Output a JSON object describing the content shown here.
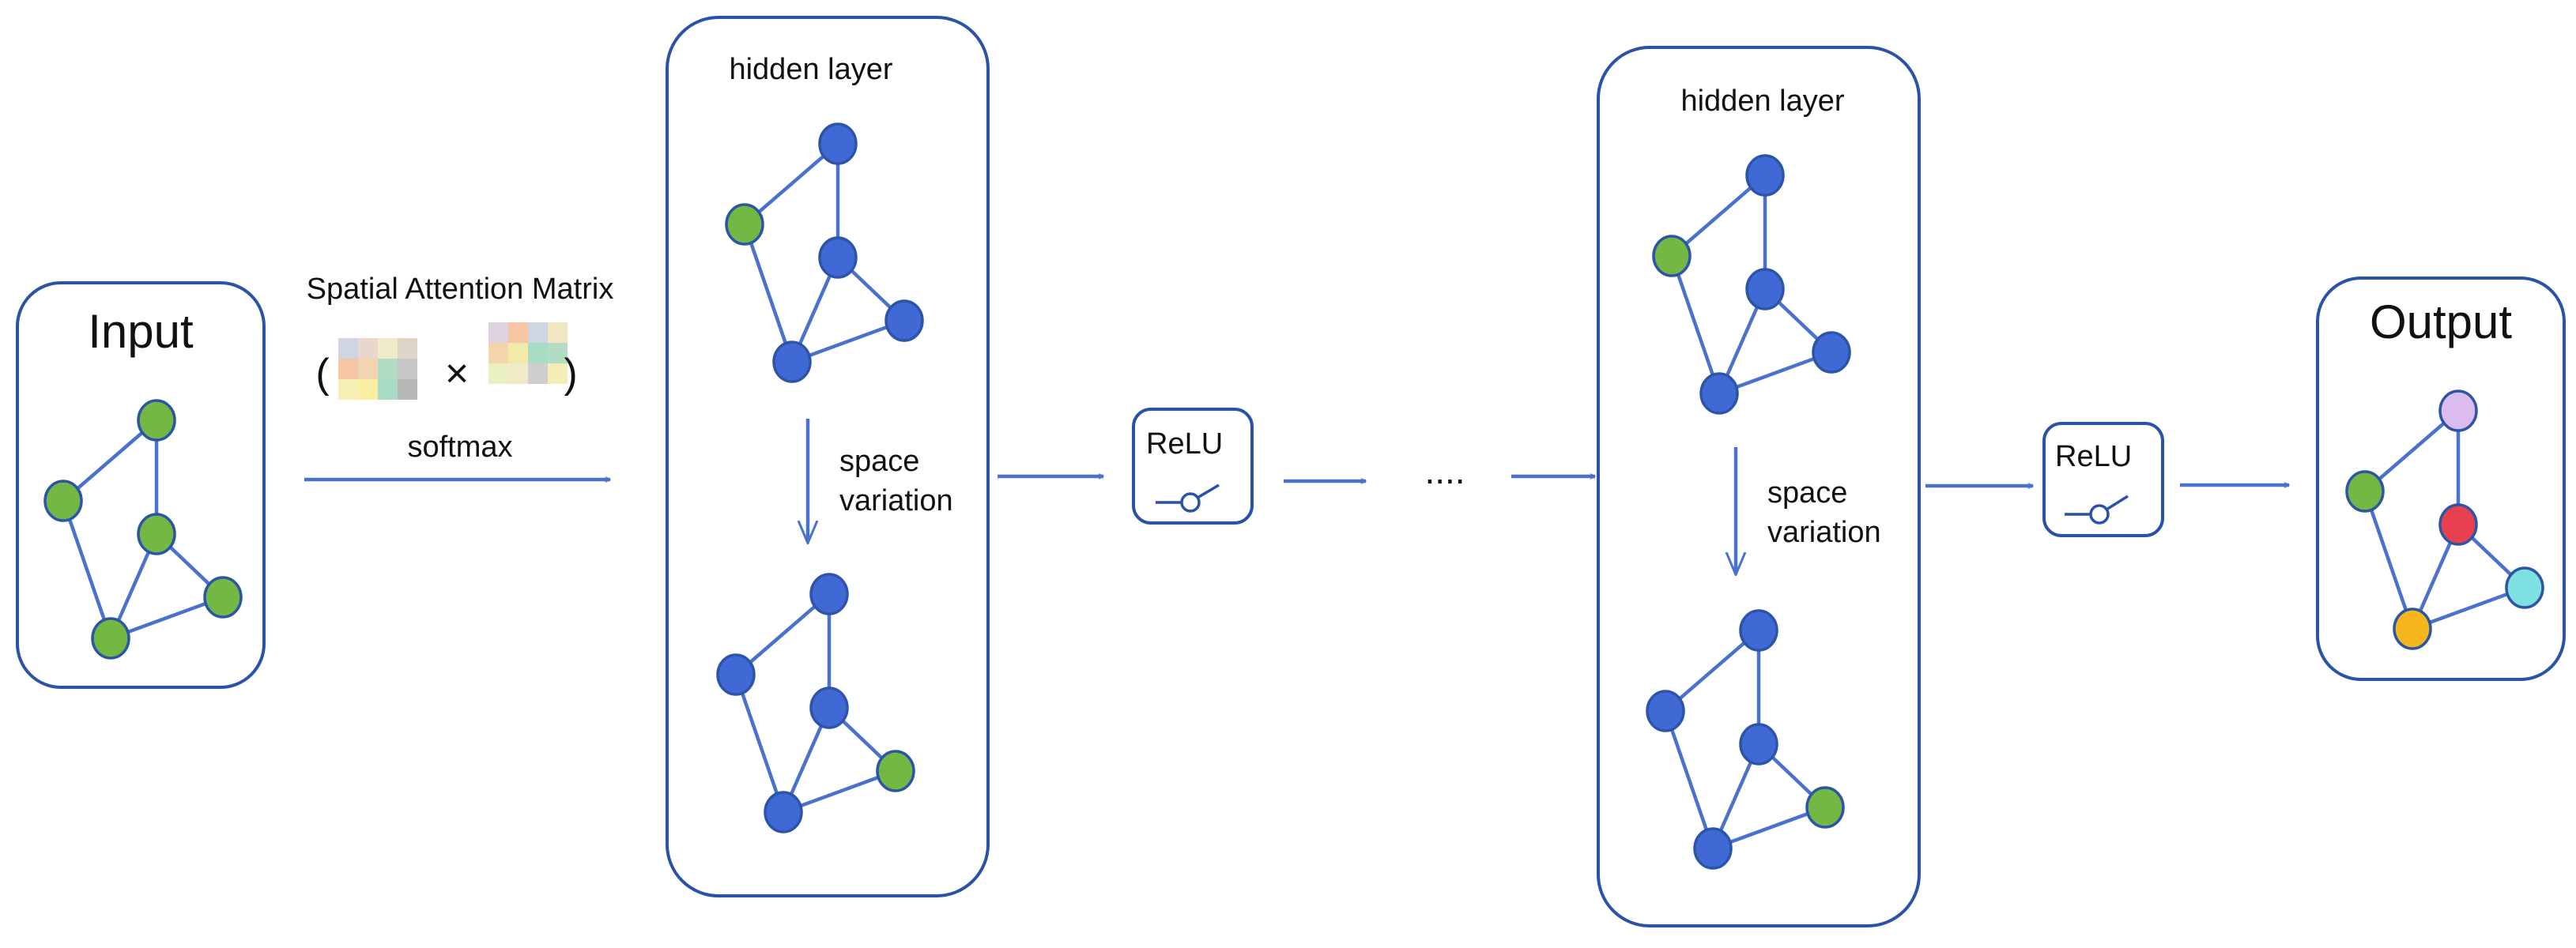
{
  "labels": {
    "input": "Input",
    "output": "Output",
    "hidden1": "hidden layer",
    "hidden2": "hidden layer",
    "attention": "Spatial Attention Matrix",
    "paren_open": "(",
    "paren_close": ")",
    "times": "×",
    "softmax": "softmax",
    "space1": "space",
    "variation1": "variation",
    "space2": "space",
    "variation2": "variation",
    "relu1": "ReLU",
    "relu2": "ReLU",
    "ellipsis": "...."
  },
  "colors": {
    "node_blue": "#4169d6",
    "node_green": "#72b843",
    "node_purple": "#dcbcee",
    "node_red": "#e8404f",
    "node_yellow": "#f5b51c",
    "node_cyan": "#7ee0e2",
    "box_stroke": "#2a52a6",
    "edge": "#4a72cc"
  },
  "matrix_colors": {
    "left": [
      "#cfd6e2",
      "#e9d6cd",
      "#f0eac8",
      "#ddd6c8",
      "#f7c4a4",
      "#f2d4b0",
      "#b2dcc4",
      "#c7c7c7",
      "#f6efb5",
      "#f9eea2",
      "#a8dcc4",
      "#b7b7b7"
    ],
    "right": [
      "#ddd3df",
      "#f7c4a4",
      "#cfd6e2",
      "#f0e6c2",
      "#f4d4ab",
      "#f2eaa8",
      "#a8dcc4",
      "#b2dcc4",
      "#eaf0c2",
      "#f0eac8",
      "#cfcfcf",
      "#f5ecb8"
    ]
  },
  "graphs": [
    {
      "name": "input",
      "nodes": [
        "green",
        "green",
        "green",
        "green",
        "green"
      ]
    },
    {
      "name": "hidden1-a",
      "nodes": [
        "blue",
        "green",
        "blue",
        "blue",
        "blue"
      ]
    },
    {
      "name": "hidden1-b",
      "nodes": [
        "blue",
        "blue",
        "blue",
        "green",
        "blue"
      ]
    },
    {
      "name": "hidden2-a",
      "nodes": [
        "blue",
        "green",
        "blue",
        "blue",
        "blue"
      ]
    },
    {
      "name": "hidden2-b",
      "nodes": [
        "blue",
        "blue",
        "blue",
        "green",
        "blue"
      ]
    },
    {
      "name": "output",
      "nodes": [
        "purple",
        "green",
        "red",
        "cyan",
        "yellow"
      ]
    }
  ]
}
